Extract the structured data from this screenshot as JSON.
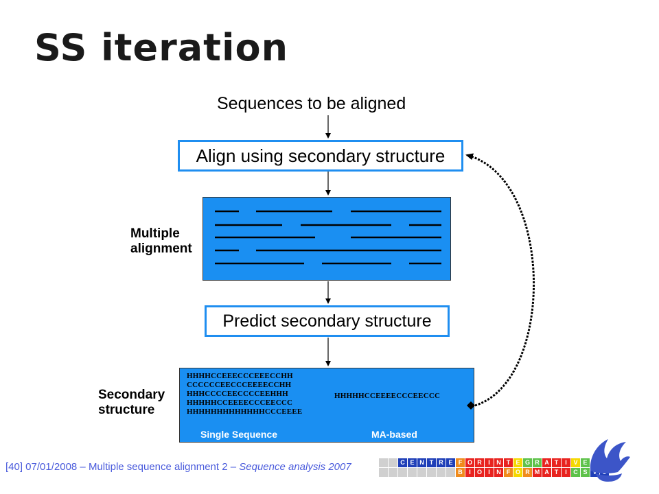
{
  "slide": {
    "title": "SS iteration"
  },
  "flow": {
    "top_label": "Sequences to be aligned",
    "align_box": "Align using secondary structure",
    "multiple_alignment_label": [
      "Multiple",
      "alignment"
    ],
    "predict_box": "Predict secondary structure",
    "secondary_structure_label": [
      "Secondary",
      "structure"
    ]
  },
  "secondary_structure": {
    "single_sequence_lines": [
      "HHHHCCEEECCCEEECCHH",
      "CCCCCCEECCCEEEECCHH",
      "HHHCCCCEECCCCEEHHH",
      "HHHHHCCEEEECCCEECCC",
      "HHHHHHHHHHHHHCCCEEEE"
    ],
    "ma_based_line": "HHHHHCCEEEECCCEECCC",
    "single_sequence_label": "Single Sequence",
    "ma_based_label": "MA-based"
  },
  "footer": {
    "text_plain": "[40] 07/01/2008 – Multiple sequence alignment 2 – ",
    "text_italic": "Sequence analysis 2007"
  },
  "logo": {
    "row1": [
      "",
      "",
      "C",
      "E",
      "N",
      "T",
      "R",
      "E",
      "F",
      "O",
      "R",
      "I",
      "N",
      "T",
      "E",
      "G",
      "R",
      "A",
      "T",
      "I",
      "V",
      "E"
    ],
    "row2": [
      "",
      "",
      "",
      "",
      "",
      "",
      "",
      "",
      "B",
      "I",
      "O",
      "I",
      "N",
      "F",
      "O",
      "R",
      "M",
      "A",
      "T",
      "I",
      "C",
      "S",
      "V",
      "U"
    ]
  },
  "colors": {
    "accent_blue": "#1a8ff2",
    "box_border": "#1f8ef0",
    "footer_text": "#4a5bdc"
  }
}
